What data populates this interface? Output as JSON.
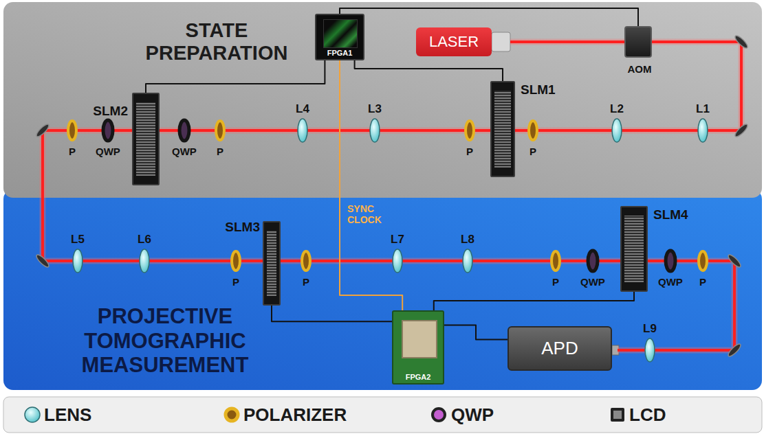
{
  "diagram": {
    "nodes": [
      {
        "text": [
          "STATE PREPARATION"
        ]
      },
      {
        "text": [
          "FPGA1"
        ],
        "in": 0
      },
      {
        "text": [
          "LASER"
        ],
        "in": 0
      },
      {
        "text": [
          "AOM"
        ],
        "in": 0
      },
      {
        "text": [
          "SLM1"
        ],
        "in": 0
      },
      {
        "text": [
          "SLM2"
        ],
        "in": 0
      },
      {
        "text": [
          "PROJECTIVE TOMOGRAPHIC MEASUREMENT"
        ]
      },
      {
        "text": [
          "SLM3"
        ],
        "in": 6
      },
      {
        "text": [
          "SLM4"
        ],
        "in": 6
      },
      {
        "text": [
          "FPGA2"
        ],
        "in": 6
      },
      {
        "text": [
          "APD"
        ],
        "in": 6
      }
    ],
    "edges": [
      {
        "from": 1,
        "to": 3,
        "arrow": "none"
      },
      {
        "from": 1,
        "to": 4,
        "arrow": "none"
      },
      {
        "from": 1,
        "to": 5,
        "arrow": "none"
      },
      {
        "from": 1,
        "to": 9,
        "label": "SYNC CLOCK",
        "arrow": "none"
      },
      {
        "from": 9,
        "to": 7,
        "arrow": "none"
      },
      {
        "from": 9,
        "to": 8,
        "arrow": "none"
      },
      {
        "from": 9,
        "to": 10,
        "arrow": "none"
      }
    ],
    "labels": [
      "P",
      "QWP",
      "QWP",
      "P",
      "L4",
      "L3",
      "P",
      "P",
      "L2",
      "L1",
      "L5",
      "L6",
      "P",
      "P",
      "L7",
      "L8",
      "P",
      "QWP",
      "QWP",
      "P",
      "L9"
    ],
    "legend": [
      {
        "text": "LENS"
      },
      {
        "text": "POLARIZER"
      },
      {
        "text": "QWP"
      },
      {
        "text": "LCD"
      }
    ]
  }
}
